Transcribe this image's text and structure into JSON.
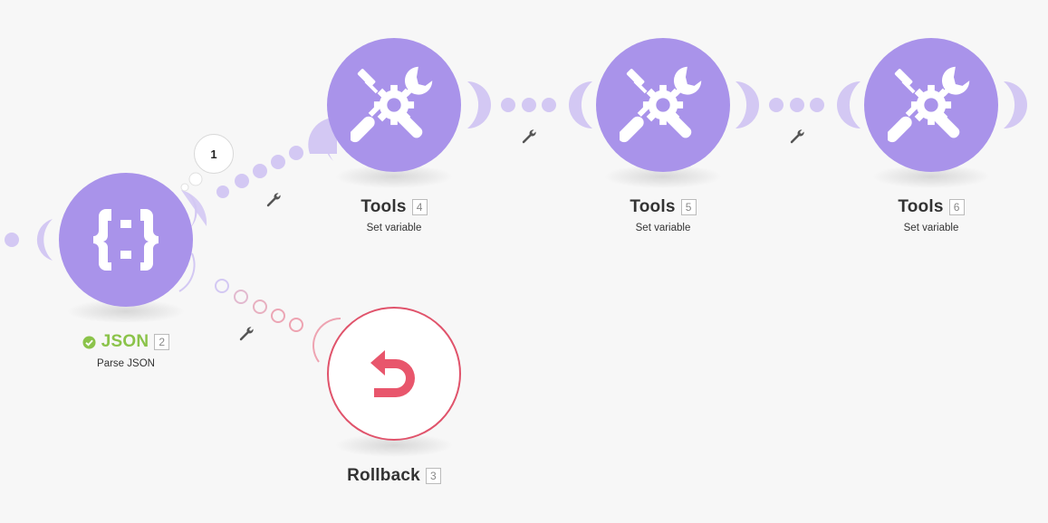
{
  "route_badge": "1",
  "modules": [
    {
      "id": "json",
      "title": "JSON",
      "number": "2",
      "subtitle": "Parse JSON",
      "status": "success",
      "icon": "json-braces-icon"
    },
    {
      "id": "tools4",
      "title": "Tools",
      "number": "4",
      "subtitle": "Set variable",
      "icon": "tools-icon"
    },
    {
      "id": "tools5",
      "title": "Tools",
      "number": "5",
      "subtitle": "Set variable",
      "icon": "tools-icon"
    },
    {
      "id": "tools6",
      "title": "Tools",
      "number": "6",
      "subtitle": "Set variable",
      "icon": "tools-icon"
    },
    {
      "id": "rollback",
      "title": "Rollback",
      "number": "3",
      "subtitle": "",
      "icon": "undo-arrow-icon"
    }
  ],
  "colors": {
    "module_purple": "#a993ea",
    "connector_purple": "#d3c8f3",
    "error_red": "#e0536b",
    "success_green": "#8bc34a",
    "canvas_bg": "#f7f7f7"
  }
}
